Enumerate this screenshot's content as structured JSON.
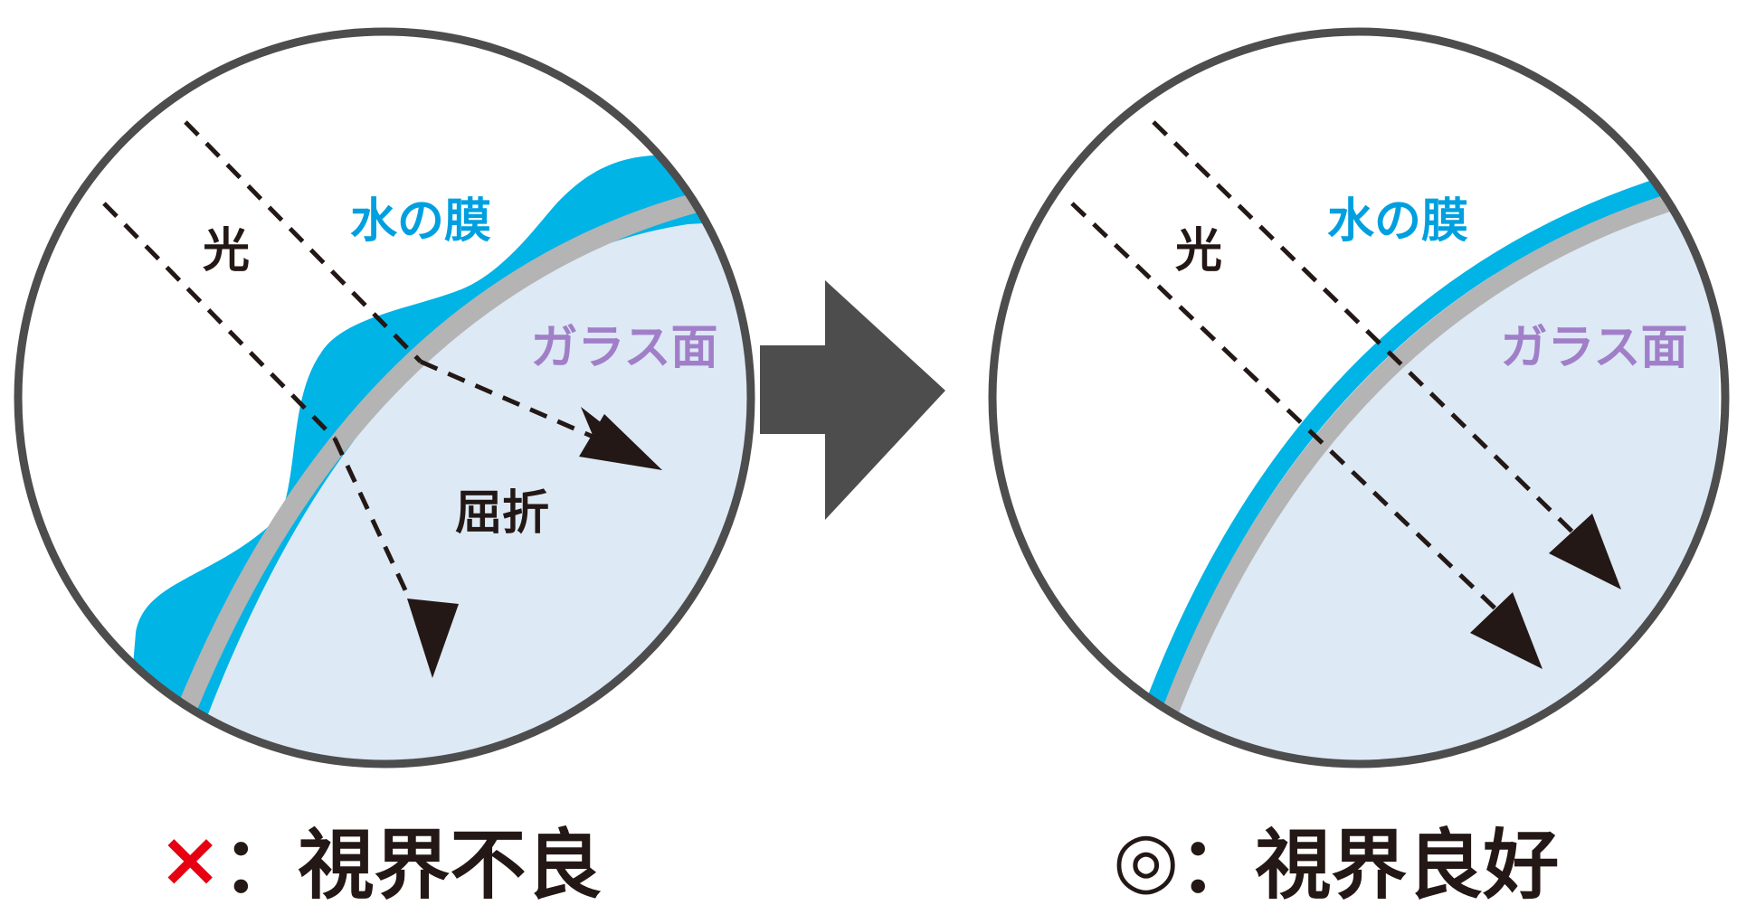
{
  "colors": {
    "outline": "#4d4d4d",
    "water": "#00b4e6",
    "glass_edge": "#b4b4b4",
    "glass_fill": "#dde9f5",
    "text_dark": "#231815",
    "water_label": "#00a0e0",
    "glass_label": "#a07fc8",
    "arrow": "#4d4d4d",
    "bad_mark": "#e60012"
  },
  "left_panel": {
    "light_label": "光",
    "water_label": "水の膜",
    "glass_label": "ガラス面",
    "refraction_label": "屈折",
    "caption": {
      "mark": "×",
      "mark_icon": "cross-icon",
      "text": "：視界不良"
    }
  },
  "right_panel": {
    "light_label": "光",
    "water_label": "水の膜",
    "glass_label": "ガラス面",
    "caption": {
      "mark": "◎",
      "mark_icon": "double-circle-icon",
      "text": "：視界良好"
    }
  },
  "transition_arrow_icon": "right-arrow-icon"
}
